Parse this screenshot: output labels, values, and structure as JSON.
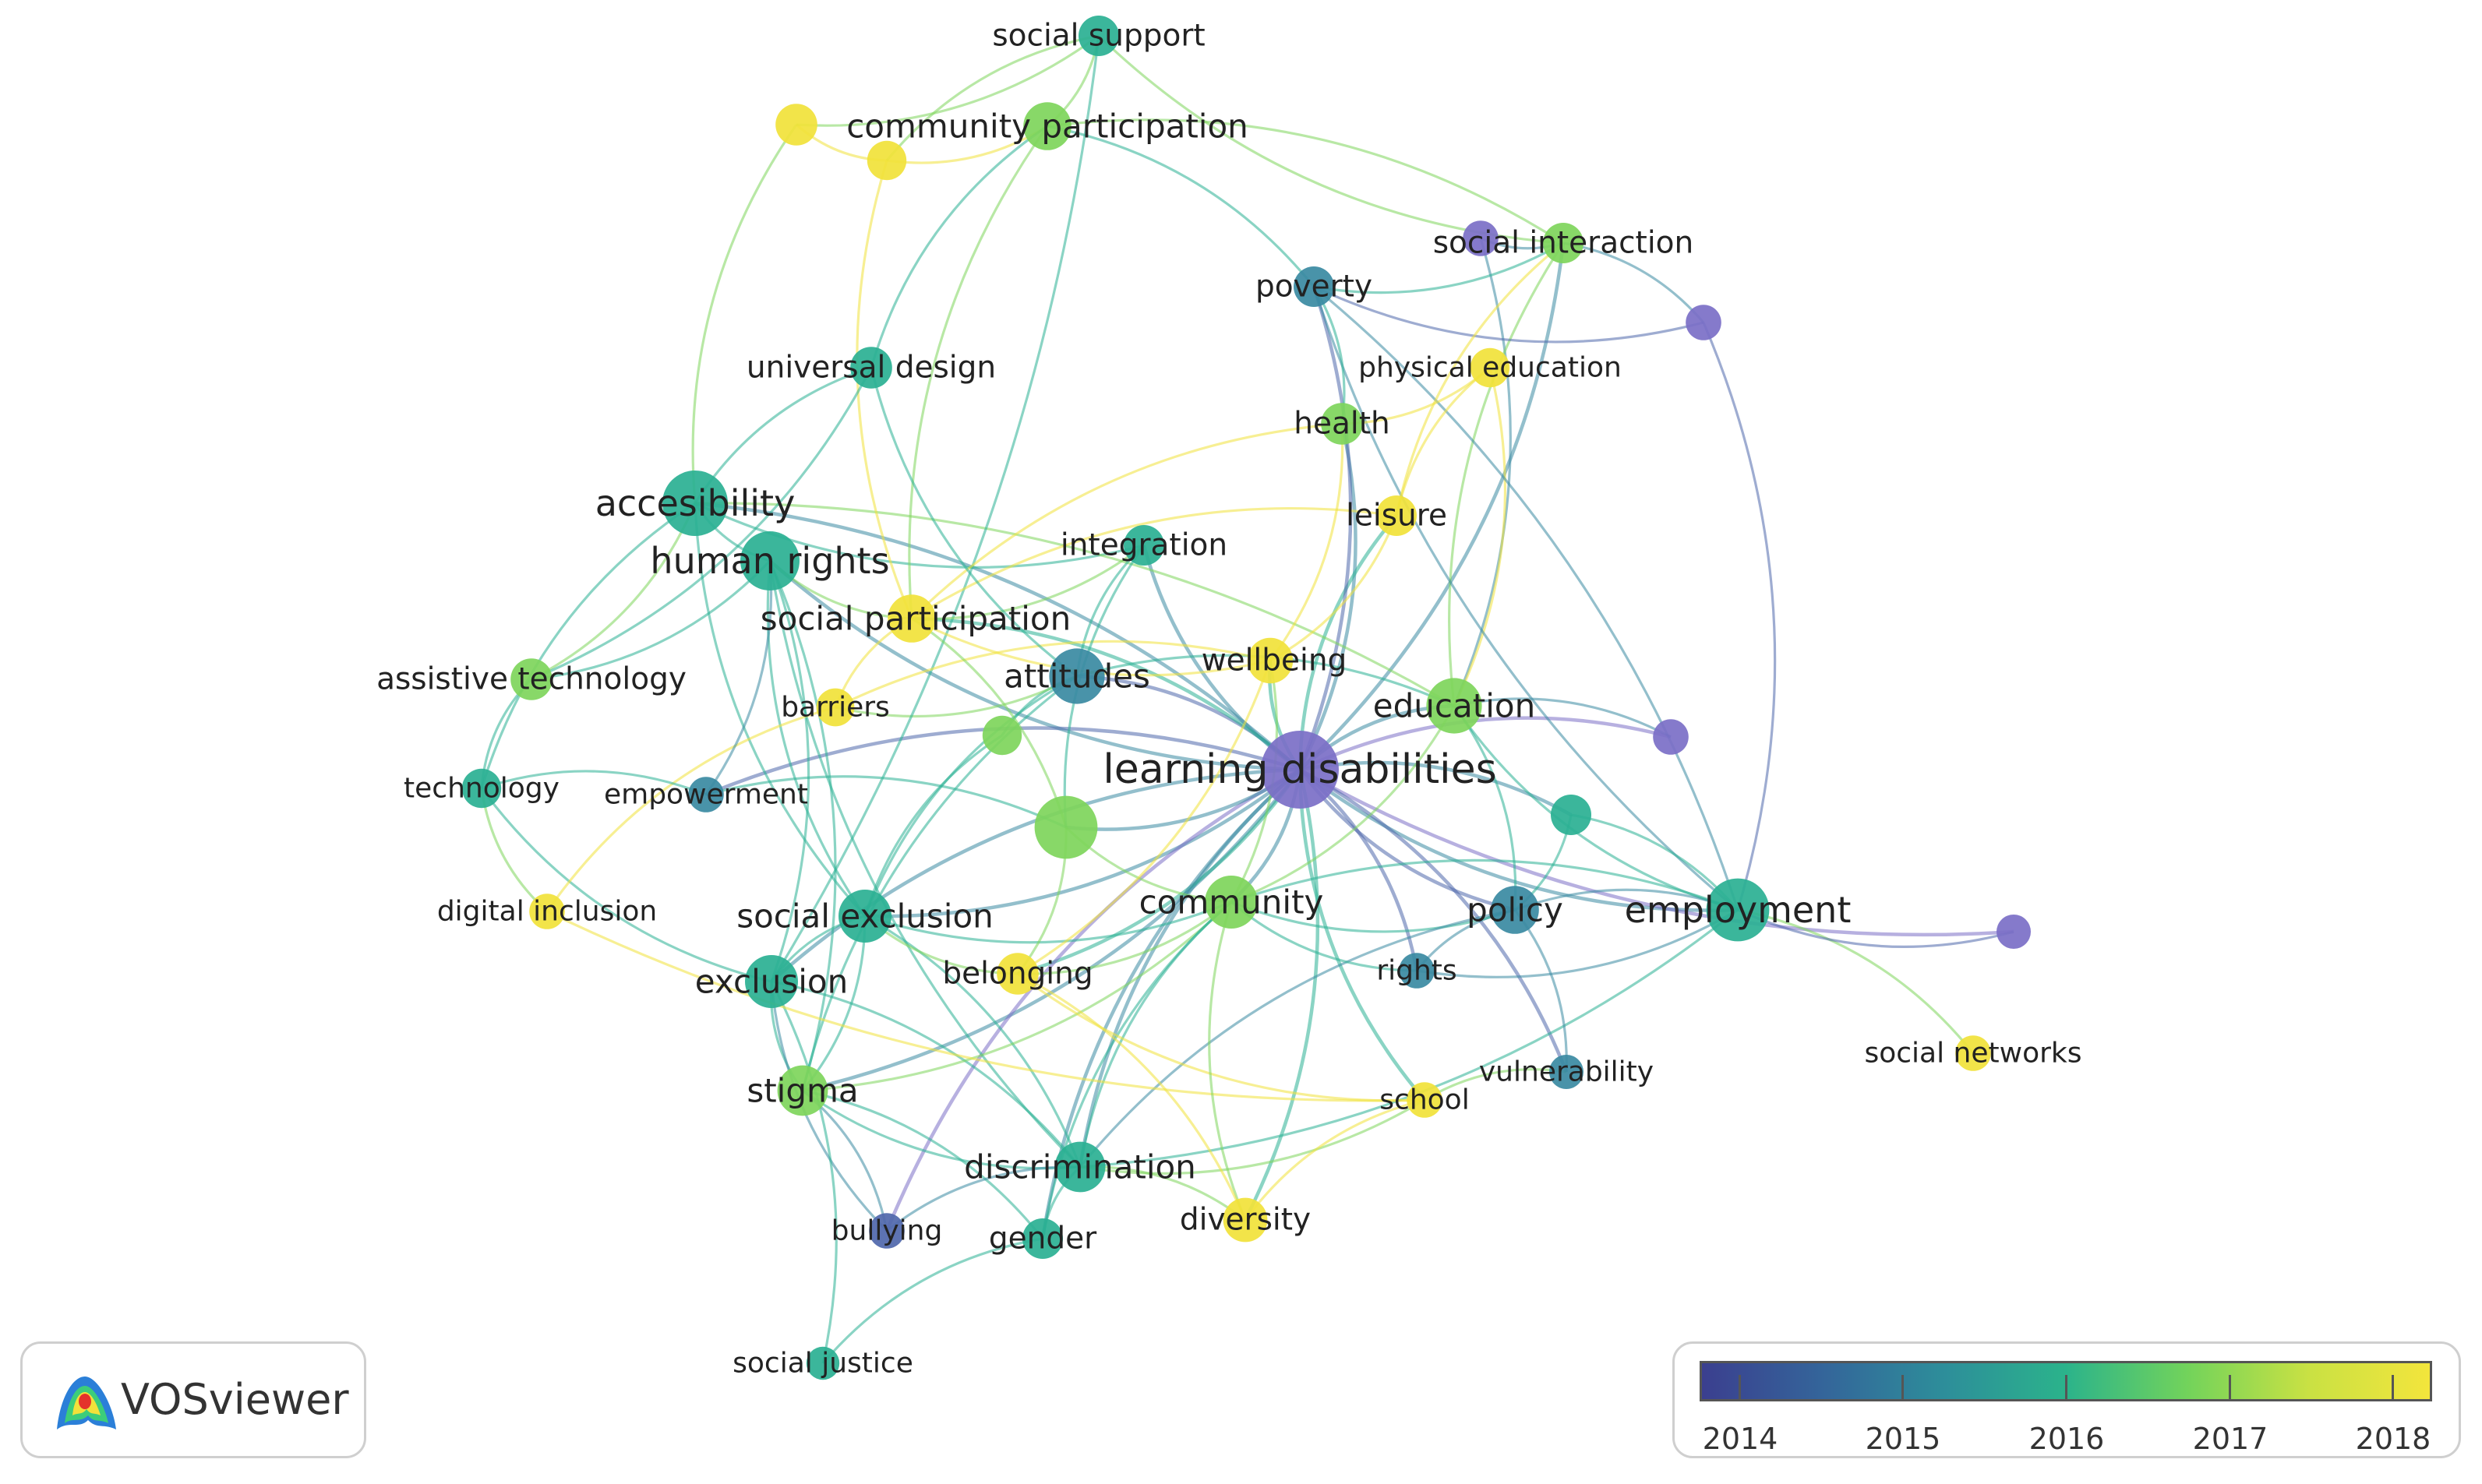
{
  "colors": {
    "y2013": "#7b6fc7",
    "y2014": "#4f67ab",
    "y2015": "#3a8aa2",
    "y2016": "#2ab093",
    "y2017": "#7ed55b",
    "y2018": "#f1e23a"
  },
  "nodes": [
    {
      "id": "learning-disabilities",
      "label": "learning disabilities",
      "year": 2013.5,
      "weight": 5
    },
    {
      "id": "accesibility",
      "label": "accesibility",
      "year": 2016.2,
      "weight": 4
    },
    {
      "id": "human-rights",
      "label": "human rights",
      "year": 2015.8,
      "weight": 3.5
    },
    {
      "id": "employment",
      "label": "employment",
      "year": 2015.7,
      "weight": 3.8
    },
    {
      "id": "education",
      "label": "education",
      "year": 2017.1,
      "weight": 3.2
    },
    {
      "id": "attitudes",
      "label": "attitudes",
      "year": 2015.5,
      "weight": 3.2
    },
    {
      "id": "community",
      "label": "community",
      "year": 2017.0,
      "weight": 3
    },
    {
      "id": "social-exclusion",
      "label": "social exclusion",
      "year": 2015.7,
      "weight": 3
    },
    {
      "id": "exclusion",
      "label": "exclusion",
      "year": 2015.8,
      "weight": 3
    },
    {
      "id": "stigma",
      "label": "stigma",
      "year": 2017.0,
      "weight": 2.8
    },
    {
      "id": "discrimination",
      "label": "discrimination",
      "year": 2015.8,
      "weight": 2.8
    },
    {
      "id": "policy",
      "label": "policy",
      "year": 2015.1,
      "weight": 2.6
    },
    {
      "id": "community-participation",
      "label": "community participation",
      "year": 2017.0,
      "weight": 2.6
    },
    {
      "id": "social-participation",
      "label": "social participation",
      "year": 2018.0,
      "weight": 2.6
    },
    {
      "id": "wellbeing",
      "label": "wellbeing",
      "year": 2018.0,
      "weight": 2.4
    },
    {
      "id": "social-support",
      "label": "social support",
      "year": 2016.2,
      "weight": 2
    },
    {
      "id": "universal-design",
      "label": "universal design",
      "year": 2016.0,
      "weight": 2.1
    },
    {
      "id": "social-interaction",
      "label": "social interaction",
      "year": 2017.3,
      "weight": 2
    },
    {
      "id": "poverty",
      "label": "poverty",
      "year": 2015.1,
      "weight": 2
    },
    {
      "id": "physical-education",
      "label": "physical education",
      "year": 2018.2,
      "weight": 1.9
    },
    {
      "id": "health",
      "label": "health",
      "year": 2017.4,
      "weight": 2.1
    },
    {
      "id": "leisure",
      "label": "leisure",
      "year": 2018.1,
      "weight": 2
    },
    {
      "id": "integration",
      "label": "integration",
      "year": 2016.0,
      "weight": 2
    },
    {
      "id": "assistive-technology",
      "label": "assistive technology",
      "year": 2017.0,
      "weight": 2.1
    },
    {
      "id": "barriers",
      "label": "barriers",
      "year": 2018.0,
      "weight": 1.8
    },
    {
      "id": "technology",
      "label": "technology",
      "year": 2016.0,
      "weight": 1.9
    },
    {
      "id": "empowerment",
      "label": "empowerment",
      "year": 2015.3,
      "weight": 1.6
    },
    {
      "id": "digital-inclusion",
      "label": "digital inclusion",
      "year": 2018.2,
      "weight": 1.6
    },
    {
      "id": "belonging",
      "label": "belonging",
      "year": 2018.0,
      "weight": 2.1
    },
    {
      "id": "rights",
      "label": "rights",
      "year": 2015.4,
      "weight": 1.6
    },
    {
      "id": "vulnerability",
      "label": "vulnerability",
      "year": 2015.2,
      "weight": 1.5
    },
    {
      "id": "school",
      "label": "school",
      "year": 2018.0,
      "weight": 1.6
    },
    {
      "id": "social-networks",
      "label": "social networks",
      "year": 2018.2,
      "weight": 1.6
    },
    {
      "id": "diversity",
      "label": "diversity",
      "year": 2018.1,
      "weight": 2.3
    },
    {
      "id": "gender",
      "label": "gender",
      "year": 2016.0,
      "weight": 2
    },
    {
      "id": "bullying",
      "label": "bullying",
      "year": 2014.0,
      "weight": 1.6
    },
    {
      "id": "social-justice",
      "label": "social justice",
      "year": 2016.0,
      "weight": 1.4
    },
    {
      "id": "n-yellow-1",
      "label": "",
      "year": 2018.3,
      "weight": 2.1
    },
    {
      "id": "n-yellow-2",
      "label": "",
      "year": 2018.3,
      "weight": 1.9
    },
    {
      "id": "n-purple-1",
      "label": "",
      "year": 2013.3,
      "weight": 1.6
    },
    {
      "id": "n-purple-2",
      "label": "",
      "year": 2013.3,
      "weight": 1.6
    },
    {
      "id": "n-purple-3",
      "label": "",
      "year": 2013.3,
      "weight": 1.6
    },
    {
      "id": "n-purple-4",
      "label": "",
      "year": 2013.3,
      "weight": 1.5
    },
    {
      "id": "n-green-1",
      "label": "",
      "year": 2017.0,
      "weight": 3.8
    },
    {
      "id": "n-green-2",
      "label": "",
      "year": 2017.2,
      "weight": 1.9
    },
    {
      "id": "n-teal-1",
      "label": "",
      "year": 2016.2,
      "weight": 2
    }
  ],
  "edges": [
    [
      "learning-disabilities",
      "attitudes"
    ],
    [
      "learning-disabilities",
      "education"
    ],
    [
      "learning-disabilities",
      "employment"
    ],
    [
      "learning-disabilities",
      "community"
    ],
    [
      "learning-disabilities",
      "policy"
    ],
    [
      "learning-disabilities",
      "social-exclusion"
    ],
    [
      "learning-disabilities",
      "exclusion"
    ],
    [
      "learning-disabilities",
      "stigma"
    ],
    [
      "learning-disabilities",
      "discrimination"
    ],
    [
      "learning-disabilities",
      "human-rights"
    ],
    [
      "learning-disabilities",
      "accesibility"
    ],
    [
      "learning-disabilities",
      "wellbeing"
    ],
    [
      "learning-disabilities",
      "health"
    ],
    [
      "learning-disabilities",
      "leisure"
    ],
    [
      "learning-disabilities",
      "poverty"
    ],
    [
      "learning-disabilities",
      "integration"
    ],
    [
      "learning-disabilities",
      "social-participation"
    ],
    [
      "learning-disabilities",
      "belonging"
    ],
    [
      "learning-disabilities",
      "bullying"
    ],
    [
      "learning-disabilities",
      "rights"
    ],
    [
      "learning-disabilities",
      "school"
    ],
    [
      "learning-disabilities",
      "diversity"
    ],
    [
      "learning-disabilities",
      "gender"
    ],
    [
      "learning-disabilities",
      "n-purple-3"
    ],
    [
      "learning-disabilities",
      "n-purple-4"
    ],
    [
      "learning-disabilities",
      "n-teal-1"
    ],
    [
      "learning-disabilities",
      "empowerment"
    ],
    [
      "learning-disabilities",
      "vulnerability"
    ],
    [
      "learning-disabilities",
      "social-interaction"
    ],
    [
      "learning-disabilities",
      "n-green-1"
    ],
    [
      "education",
      "n-purple-2"
    ],
    [
      "education",
      "n-purple-3"
    ],
    [
      "education",
      "employment"
    ],
    [
      "education",
      "policy"
    ],
    [
      "education",
      "physical-education"
    ],
    [
      "education",
      "social-interaction"
    ],
    [
      "education",
      "attitudes"
    ],
    [
      "education",
      "community"
    ],
    [
      "employment",
      "policy"
    ],
    [
      "employment",
      "social-networks"
    ],
    [
      "employment",
      "n-purple-4"
    ],
    [
      "employment",
      "poverty"
    ],
    [
      "employment",
      "community"
    ],
    [
      "employment",
      "rights"
    ],
    [
      "employment",
      "n-teal-1"
    ],
    [
      "employment",
      "discrimination"
    ],
    [
      "policy",
      "rights"
    ],
    [
      "policy",
      "vulnerability"
    ],
    [
      "policy",
      "n-teal-1"
    ],
    [
      "policy",
      "community"
    ],
    [
      "accesibility",
      "human-rights"
    ],
    [
      "accesibility",
      "assistive-technology"
    ],
    [
      "accesibility",
      "technology"
    ],
    [
      "accesibility",
      "universal-design"
    ],
    [
      "accesibility",
      "social-exclusion"
    ],
    [
      "accesibility",
      "n-yellow-1"
    ],
    [
      "accesibility",
      "integration"
    ],
    [
      "accesibility",
      "education"
    ],
    [
      "human-rights",
      "social-participation"
    ],
    [
      "human-rights",
      "exclusion"
    ],
    [
      "human-rights",
      "discrimination"
    ],
    [
      "human-rights",
      "stigma"
    ],
    [
      "human-rights",
      "social-exclusion"
    ],
    [
      "human-rights",
      "assistive-technology"
    ],
    [
      "social-exclusion",
      "exclusion"
    ],
    [
      "social-exclusion",
      "stigma"
    ],
    [
      "social-exclusion",
      "community"
    ],
    [
      "social-exclusion",
      "discrimination"
    ],
    [
      "social-exclusion",
      "belonging"
    ],
    [
      "social-exclusion",
      "attitudes"
    ],
    [
      "exclusion",
      "stigma"
    ],
    [
      "exclusion",
      "discrimination"
    ],
    [
      "exclusion",
      "bullying"
    ],
    [
      "exclusion",
      "technology"
    ],
    [
      "stigma",
      "discrimination"
    ],
    [
      "stigma",
      "gender"
    ],
    [
      "stigma",
      "community"
    ],
    [
      "stigma",
      "attitudes"
    ],
    [
      "discrimination",
      "gender"
    ],
    [
      "discrimination",
      "diversity"
    ],
    [
      "discrimination",
      "bullying"
    ],
    [
      "discrimination",
      "community"
    ],
    [
      "discrimination",
      "school"
    ],
    [
      "discrimination",
      "policy"
    ],
    [
      "gender",
      "social-justice"
    ],
    [
      "gender",
      "community"
    ],
    [
      "social-justice",
      "exclusion"
    ],
    [
      "community",
      "belonging"
    ],
    [
      "community",
      "wellbeing"
    ],
    [
      "community",
      "n-green-1"
    ],
    [
      "community",
      "rights"
    ],
    [
      "attitudes",
      "integration"
    ],
    [
      "attitudes",
      "n-green-2"
    ],
    [
      "attitudes",
      "barriers"
    ],
    [
      "community-participation",
      "social-support"
    ],
    [
      "community-participation",
      "n-yellow-2"
    ],
    [
      "community-participation",
      "universal-design"
    ],
    [
      "community-participation",
      "social-interaction"
    ],
    [
      "community-participation",
      "social-participation"
    ],
    [
      "community-participation",
      "poverty"
    ],
    [
      "n-yellow-1",
      "n-yellow-2"
    ],
    [
      "n-yellow-2",
      "social-support"
    ],
    [
      "n-yellow-2",
      "social-participation"
    ],
    [
      "social-support",
      "n-yellow-1"
    ],
    [
      "social-support",
      "social-interaction"
    ],
    [
      "social-support",
      "exclusion"
    ],
    [
      "poverty",
      "social-interaction"
    ],
    [
      "poverty",
      "health"
    ],
    [
      "poverty",
      "n-purple-1"
    ],
    [
      "poverty",
      "employment"
    ],
    [
      "n-purple-1",
      "social-interaction"
    ],
    [
      "social-interaction",
      "n-purple-2"
    ],
    [
      "social-interaction",
      "leisure"
    ],
    [
      "physical-education",
      "health"
    ],
    [
      "physical-education",
      "leisure"
    ],
    [
      "health",
      "wellbeing"
    ],
    [
      "health",
      "social-participation"
    ],
    [
      "leisure",
      "wellbeing"
    ],
    [
      "leisure",
      "social-participation"
    ],
    [
      "wellbeing",
      "social-participation"
    ],
    [
      "wellbeing",
      "barriers"
    ],
    [
      "wellbeing",
      "belonging"
    ],
    [
      "barriers",
      "digital-inclusion"
    ],
    [
      "barriers",
      "social-participation"
    ],
    [
      "empowerment",
      "technology"
    ],
    [
      "empowerment",
      "n-green-1"
    ],
    [
      "empowerment",
      "human-rights"
    ],
    [
      "digital-inclusion",
      "technology"
    ],
    [
      "digital-inclusion",
      "school"
    ],
    [
      "technology",
      "assistive-technology"
    ],
    [
      "assistive-technology",
      "universal-design"
    ],
    [
      "school",
      "vulnerability"
    ],
    [
      "school",
      "diversity"
    ],
    [
      "school",
      "belonging"
    ],
    [
      "n-green-1",
      "social-participation"
    ],
    [
      "n-green-1",
      "belonging"
    ],
    [
      "n-green-2",
      "social-exclusion"
    ],
    [
      "integration",
      "social-participation"
    ],
    [
      "integration",
      "n-green-1"
    ],
    [
      "diversity",
      "community"
    ],
    [
      "bullying",
      "stigma"
    ],
    [
      "belonging",
      "diversity"
    ],
    [
      "universal-design",
      "attitudes"
    ],
    [
      "n-purple-1",
      "employment"
    ]
  ]
}
